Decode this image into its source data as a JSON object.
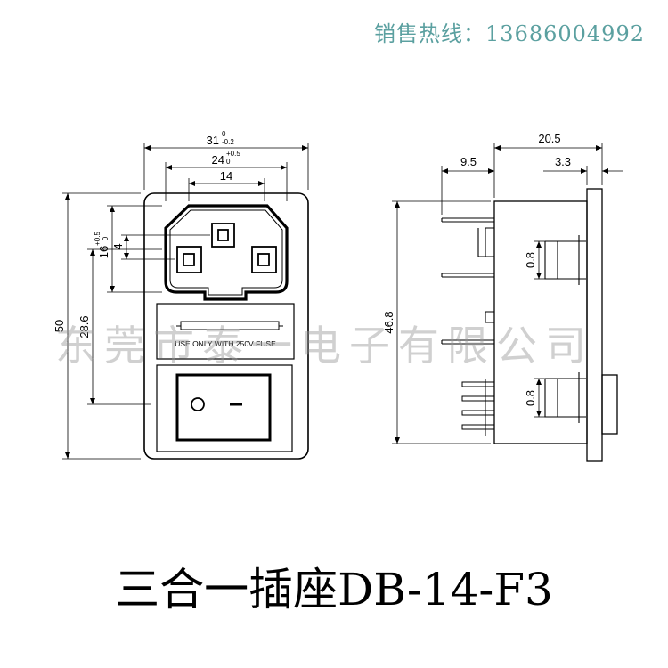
{
  "header": {
    "hotline": "销售热线：13686004992"
  },
  "watermark": "东莞市泰一电子有限公司",
  "front_view": {
    "dim_width_total": "31",
    "dim_width_total_tol": "0-0.2",
    "dim_width_total_tol_upper": "0",
    "dim_width_total_tol_lower": "-0.2",
    "dim_width_inner": "24",
    "dim_width_inner_tol_upper": "+0.5",
    "dim_width_inner_tol_lower": "0",
    "dim_pin_span": "14",
    "dim_height_total": "50",
    "dim_height_mid": "28.6",
    "dim_socket_height": "16",
    "dim_socket_height_tol_upper": "+0.5",
    "dim_socket_height_tol_lower": "0",
    "dim_pin_offset": "4",
    "fuse_label": "USE ONLY WITH 250V FUSE"
  },
  "side_view": {
    "dim_depth_total": "20.5",
    "dim_depth_body": "9.5",
    "dim_flange": "3.3",
    "dim_height": "46.8",
    "dim_clip_top": "0.8",
    "dim_clip_bottom": "0.8"
  },
  "caption": "三合一插座DB-14-F3"
}
